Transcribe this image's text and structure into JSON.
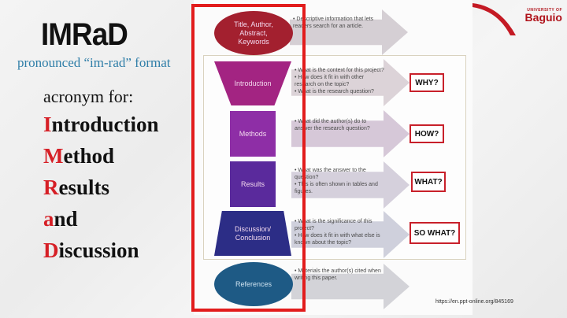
{
  "left": {
    "title": "IMRaD",
    "subtitle": "pronounced “im-rad” format",
    "acronym_label": "acronym for:",
    "acronym_items": [
      {
        "first": "I",
        "rest": "ntroduction"
      },
      {
        "first": "M",
        "rest": "ethod"
      },
      {
        "first": "R",
        "rest": "esults"
      },
      {
        "first": "a",
        "rest": "nd"
      },
      {
        "first": "D",
        "rest": "iscussion"
      }
    ]
  },
  "logo": {
    "sub": "UNIVERSITY OF",
    "main": "Baguio"
  },
  "diagram": {
    "sections": [
      {
        "label": "Title, Author, Abstract, Keywords",
        "color": "#a3202f",
        "bullets": [
          "Descriptive information that lets readers search for an article."
        ],
        "question": ""
      },
      {
        "label": "Introduction",
        "color": "#a32482",
        "bullets": [
          "What is the context for this project?",
          "How does it fit in with other research on the topic?",
          "What is the research question?"
        ],
        "question": "WHY?"
      },
      {
        "label": "Methods",
        "color": "#8e2ea6",
        "bullets": [
          "What did the author(s) do to answer the research question?"
        ],
        "question": "HOW?"
      },
      {
        "label": "Results",
        "color": "#5a2a9c",
        "bullets": [
          "What was the answer to the question?",
          "This is often shown in tables and figures."
        ],
        "question": "WHAT?"
      },
      {
        "label": "Discussion/ Conclusion",
        "color": "#2c2d86",
        "bullets": [
          "What is the significance of this project?",
          "How does it fit in with what else is known about the topic?"
        ],
        "question": "SO WHAT?"
      },
      {
        "label": "References",
        "color": "#1e5a85",
        "bullets": [
          "Materials the author(s) cited when writing this paper."
        ],
        "question": ""
      }
    ]
  },
  "source_url": "https://en.ppt-online.org/845169"
}
